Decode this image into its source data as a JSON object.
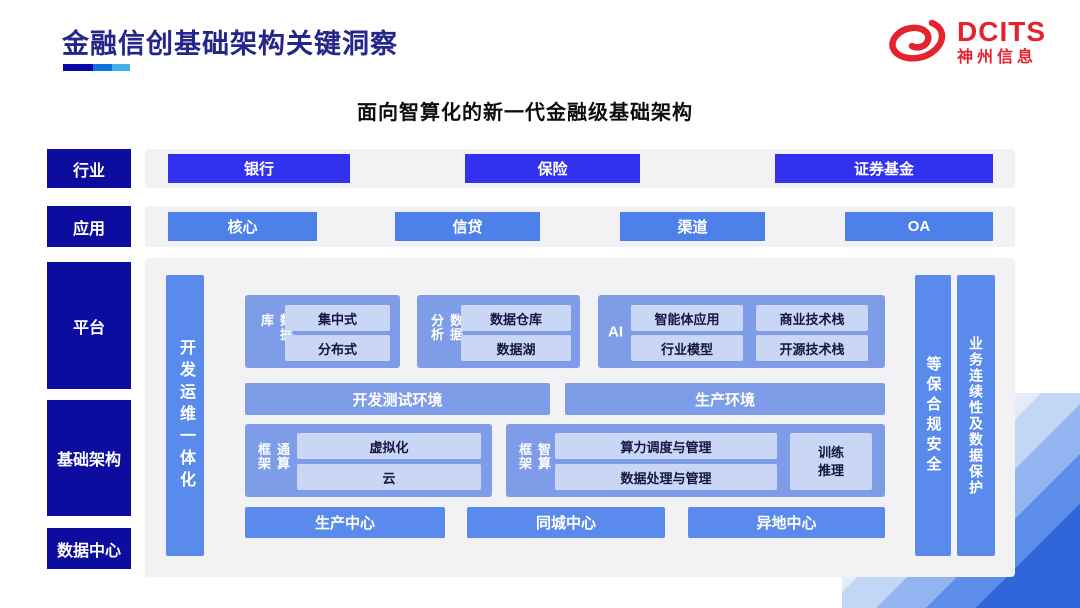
{
  "slide": {
    "title": "金融信创基础架构关键洞察",
    "subtitle": "面向智算化的新一代金融级基础架构",
    "logo": {
      "brand": "DCITS",
      "company": "神州信息"
    }
  },
  "left_labels": {
    "industry": "行业",
    "application": "应用",
    "platform": "平台",
    "infrastructure": "基础架构",
    "datacenter": "数据中心"
  },
  "industry_row": {
    "items": [
      "银行",
      "保险",
      "证券基金"
    ]
  },
  "application_row": {
    "items": [
      "核心",
      "信贷",
      "渠道",
      "OA"
    ]
  },
  "platform_area": {
    "devops_bar": "开发运维一体化",
    "database_group": {
      "label": "数据库",
      "items": [
        "集中式",
        "分布式"
      ]
    },
    "analytics_group": {
      "label": "数据分析",
      "items": [
        "数据仓库",
        "数据湖"
      ]
    },
    "ai_group": {
      "label": "AI",
      "items": [
        "智能体应用",
        "商业技术栈",
        "行业模型",
        "开源技术栈"
      ]
    },
    "environments": [
      "开发测试环境",
      "生产环境"
    ],
    "general_compute_group": {
      "label": "通算框架",
      "items": [
        "虚拟化",
        "云"
      ]
    },
    "intelligent_compute_group": {
      "label": "智算框架",
      "items": [
        "算力调度与管理",
        "数据处理与管理"
      ],
      "side_box": "训练\n推理"
    },
    "centers": [
      "生产中心",
      "同城中心",
      "异地中心"
    ],
    "security_bar": "等保合规安全",
    "continuity_bar": "业务连续性及数据保护"
  },
  "colors": {
    "title_navy": "#26268A",
    "label_navy": "#0C0C9E",
    "industry_blue": "#3232EE",
    "application_blue": "#4D80E8",
    "bar_blue": "#5A8BEC",
    "group_blue": "#7E9CE8",
    "chip_blue": "#C9D6F6",
    "strip_gray": "#F2F2F4",
    "logo_red": "#E5232E",
    "underline": [
      "#0909A8",
      "#1272DC",
      "#3FB0E8"
    ]
  }
}
